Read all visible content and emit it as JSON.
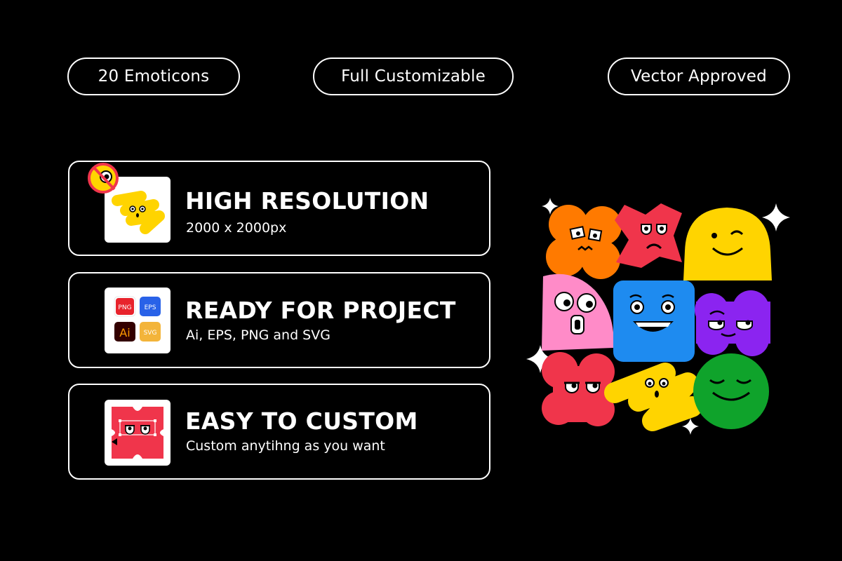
{
  "pills": {
    "emoticons": "20 Emoticons",
    "customizable": "Full Customizable",
    "vector": "Vector Approved"
  },
  "features": [
    {
      "title": "HIGH RESOLUTION",
      "subtitle": "2000 x 2000px",
      "icon": "yellow-zigzag-emoticon-icon"
    },
    {
      "title": "READY FOR PROJECT",
      "subtitle": "Ai, EPS, PNG and SVG",
      "icon": "file-formats-icon"
    },
    {
      "title": "EASY TO CUSTOM",
      "subtitle": "Custom anytihng as you want",
      "icon": "red-emoticon-edit-icon"
    }
  ],
  "formats": {
    "png": "PNG",
    "eps": "EPS",
    "ai": "Ai",
    "svg": "SVG"
  },
  "colors": {
    "background": "#000000",
    "orange": "#FF7A00",
    "red": "#F0354B",
    "yellow": "#FFD400",
    "pink": "#FF8BC8",
    "blue": "#1E8BF0",
    "purple": "#8B24F0",
    "green": "#0FA32B"
  }
}
